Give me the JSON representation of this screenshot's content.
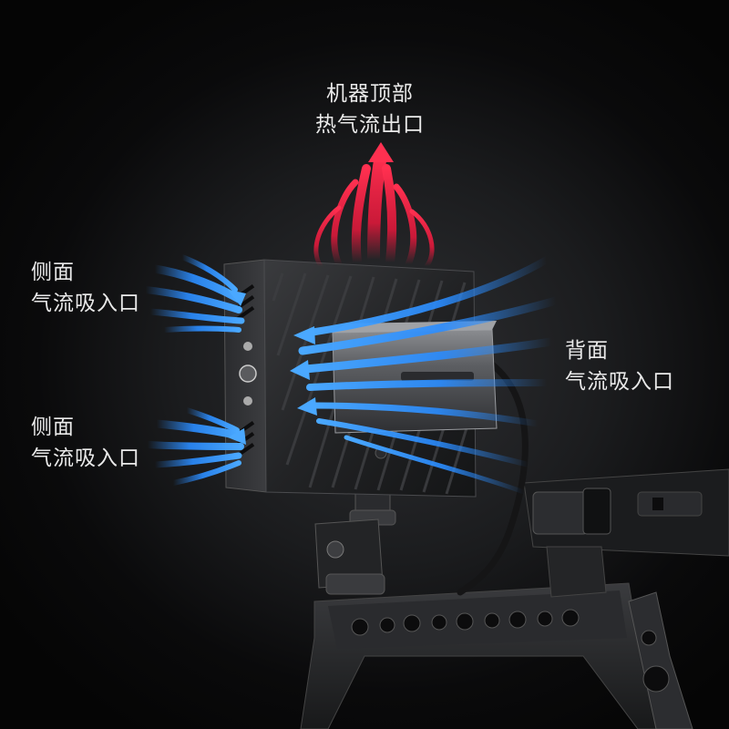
{
  "labels": {
    "top": {
      "line1": "机器顶部",
      "line2": "热气流出口"
    },
    "left_upper": {
      "line1": "侧面",
      "line2": "气流吸入口"
    },
    "left_lower": {
      "line1": "侧面",
      "line2": "气流吸入口"
    },
    "right": {
      "line1": "背面",
      "line2": "气流吸入口"
    }
  },
  "colors": {
    "hot_air": "#e8183c",
    "intake_air": "#2a8cff",
    "body": "#1e1f21"
  }
}
